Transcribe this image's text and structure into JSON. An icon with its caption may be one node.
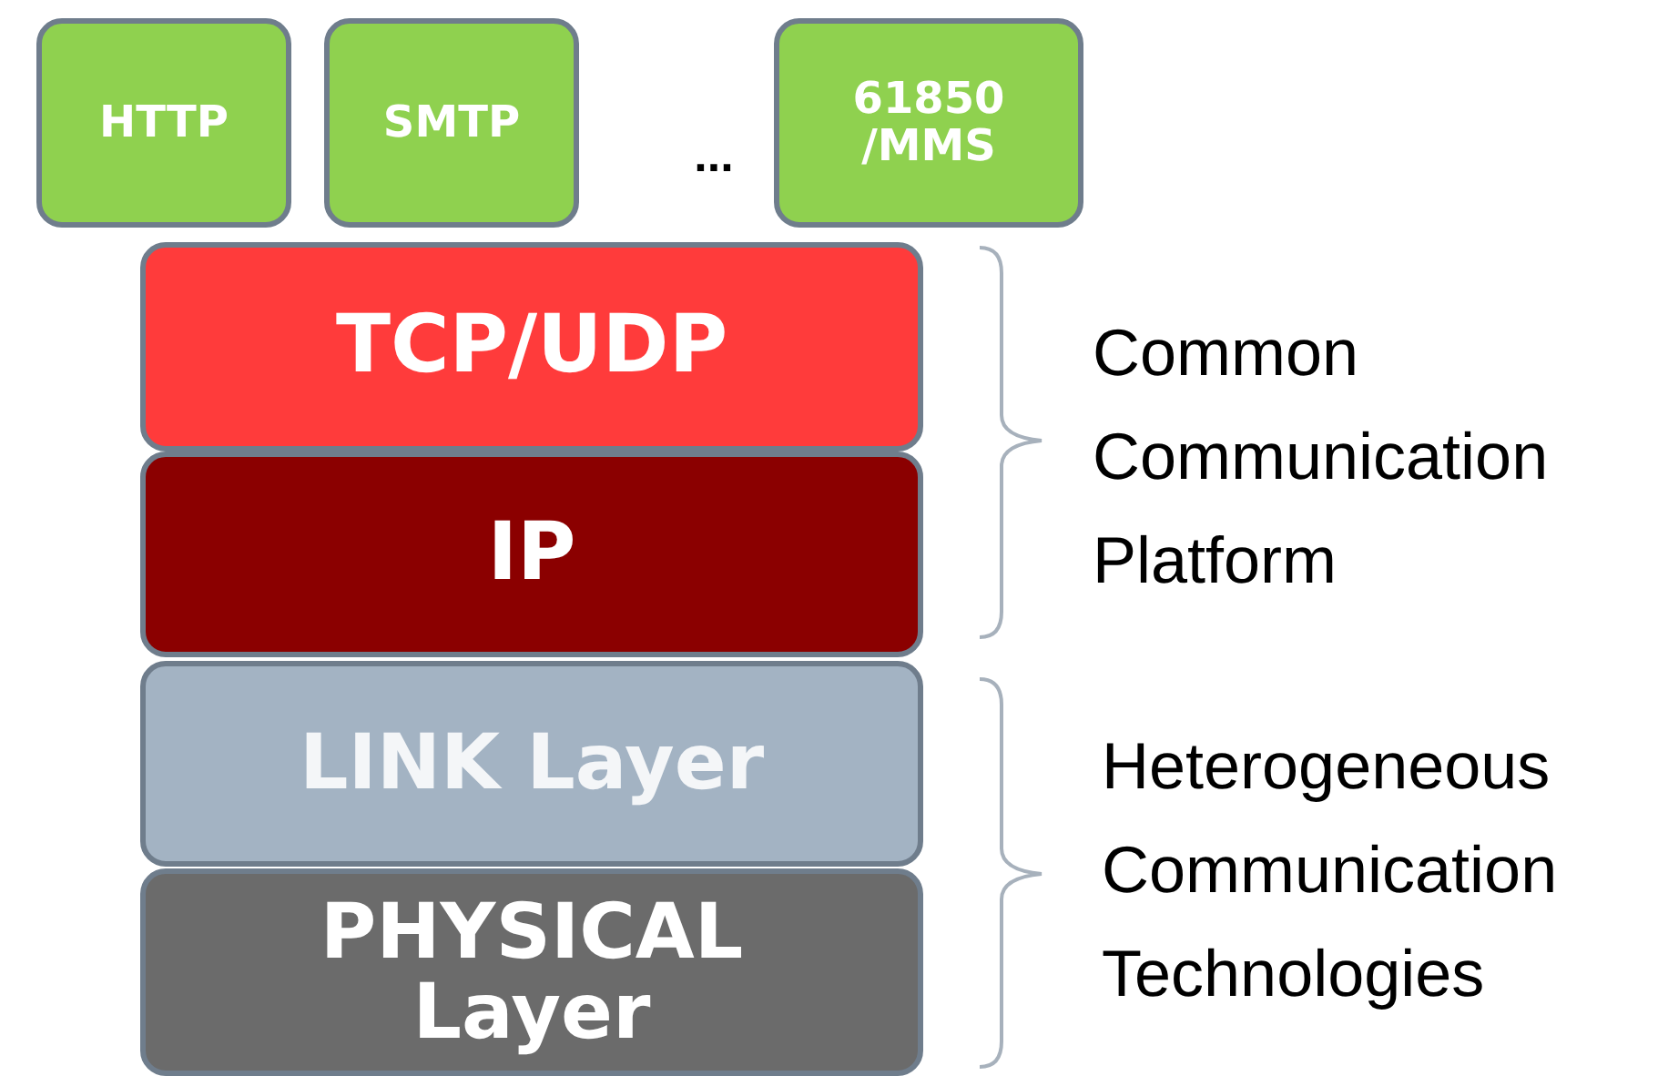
{
  "diagram": {
    "nodes": [
      {
        "text": [
          "HTTP"
        ]
      },
      {
        "text": [
          "SMTP"
        ]
      },
      {
        "text": [
          "61850 /MMS"
        ]
      },
      {
        "text": [
          "TCP/UDP"
        ]
      },
      {
        "text": [
          "IP"
        ]
      },
      {
        "text": [
          "LINK Layer"
        ]
      },
      {
        "text": [
          "PHYSICAL Layer"
        ]
      }
    ],
    "labels": [
      "...",
      "Common Communication Platform",
      "Heterogeneous Communication Technologies"
    ]
  }
}
